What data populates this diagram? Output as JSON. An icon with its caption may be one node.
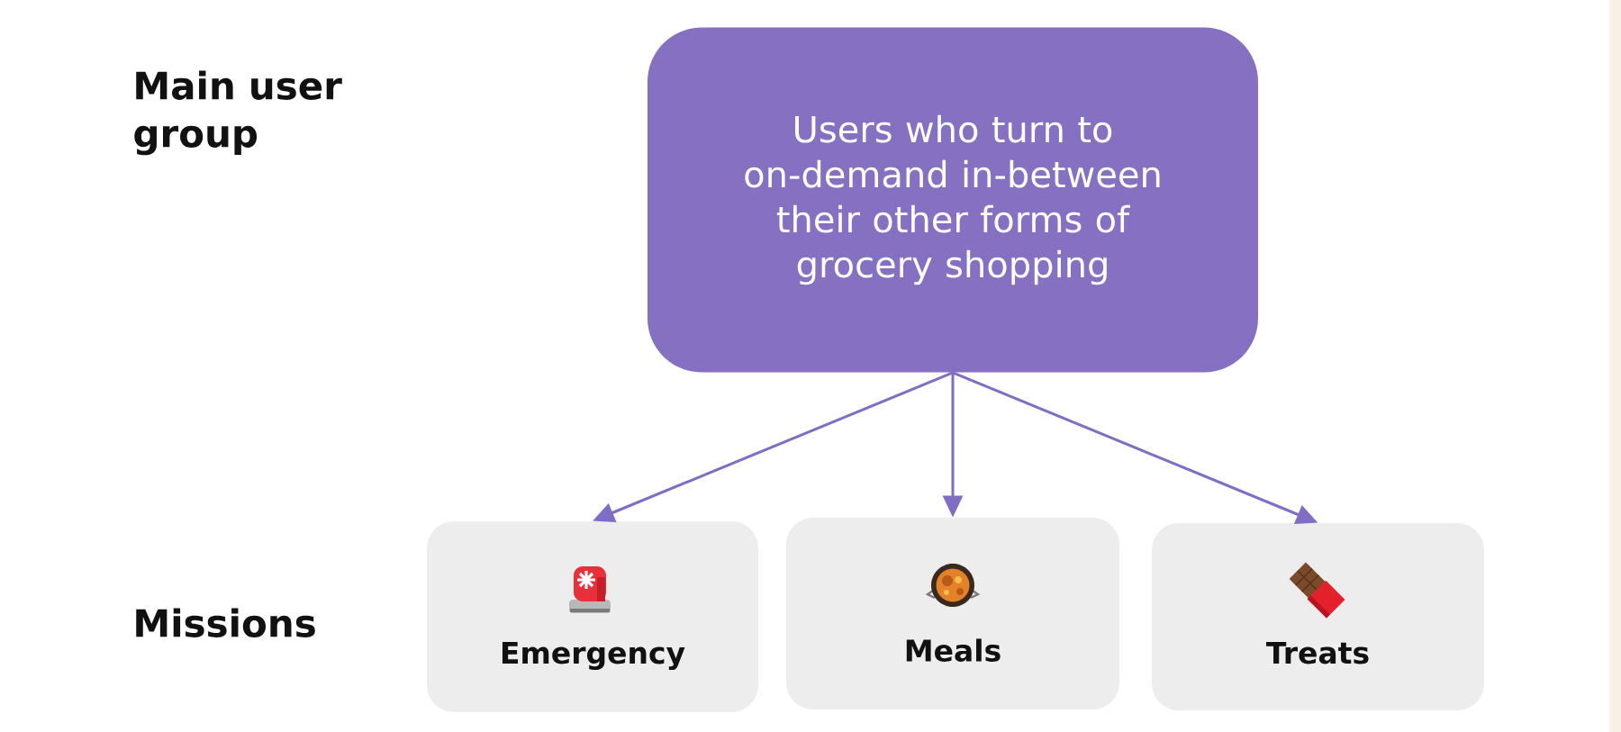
{
  "diagram": {
    "nodes": [
      {
        "text": [
          "Users who turn to on-demand in-between their other forms of grocery shopping"
        ]
      },
      {
        "text": [
          "Emergency"
        ]
      },
      {
        "text": [
          "Meals"
        ]
      },
      {
        "text": [
          "Treats"
        ]
      }
    ],
    "edges": [
      {
        "from": 0,
        "to": 1,
        "arrow": "to"
      },
      {
        "from": 0,
        "to": 2,
        "arrow": "to"
      },
      {
        "from": 0,
        "to": 3,
        "arrow": "to"
      }
    ],
    "labels": [
      "Main user group",
      "Missions"
    ]
  }
}
